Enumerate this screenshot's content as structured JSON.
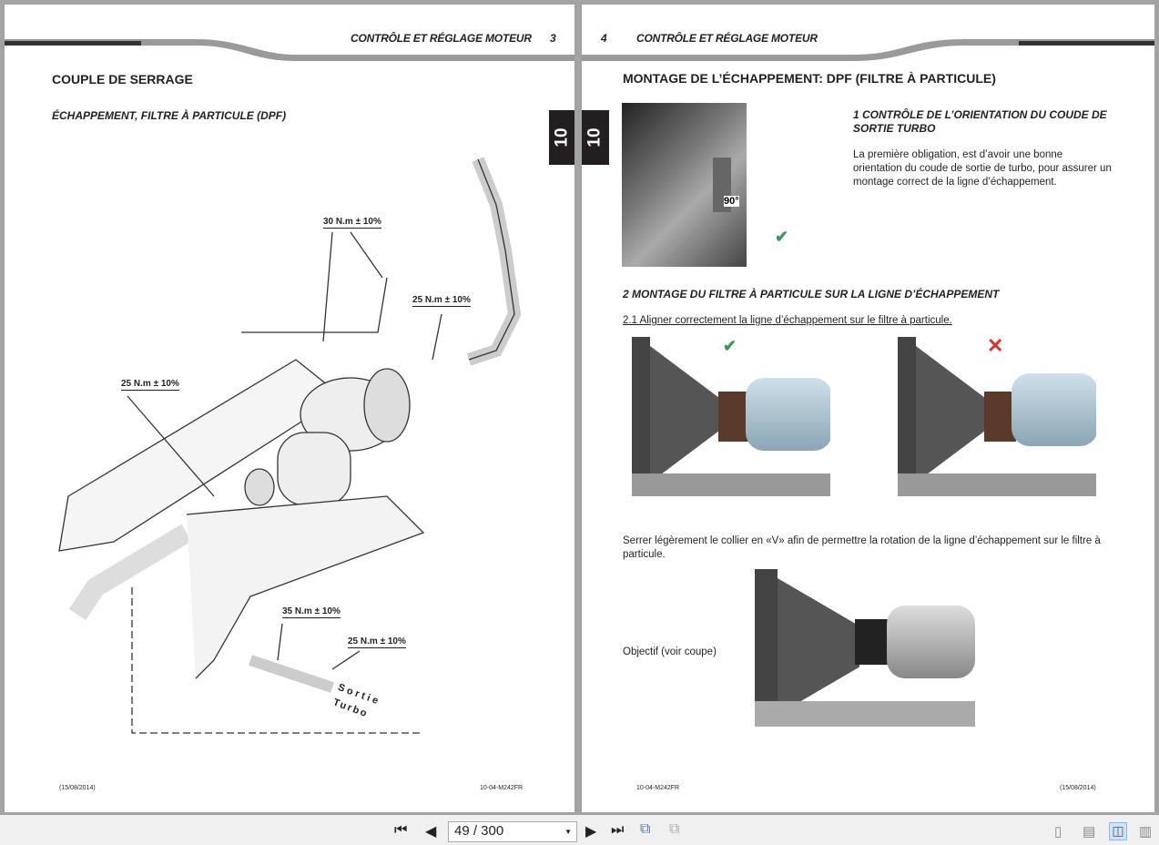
{
  "left_page": {
    "header": "CONTRÔLE ET RÉGLAGE MOTEUR",
    "page_number": "3",
    "title": "COUPLE DE SERRAGE",
    "subtitle": "ÉCHAPPEMENT, FILTRE À PARTICULE (DPF)",
    "tab": "10",
    "torque_labels": [
      "30 N.m ± 10%",
      "25 N.m ± 10%",
      "25 N.m ± 10%",
      "35 N.m ± 10%",
      "25 N.m ± 10%"
    ],
    "outlet_label_1": "Sortie",
    "outlet_label_2": "Turbo",
    "footer_date": "(15/08/2014)",
    "footer_ref": "10-04-M242FR"
  },
  "right_page": {
    "header": "CONTRÔLE ET RÉGLAGE MOTEUR",
    "page_number": "4",
    "title": "MONTAGE DE L’ÉCHAPPEMENT: DPF (FILTRE À PARTICULE)",
    "tab": "10",
    "section1_title": "1  CONTRÔLE DE L’ORIENTATION DU COUDE DE SORTIE TURBO",
    "section1_text": "La première obligation, est d’avoir une bonne orientation du coude de sortie de turbo, pour assurer un montage correct de la ligne d’échappement.",
    "angle_label": "90°",
    "section2_title": "2 MONTAGE DU FILTRE À PARTICULE SUR LA LIGNE D’ÉCHAPPEMENT",
    "step_2_1": "2.1 Aligner correctement la ligne d’échappement sur le filtre à particule.",
    "instruction": "Serrer légèrement le collier en «V» afin de permettre la rotation de la ligne d’échappement sur le filtre à particule.",
    "objective_label": "Objectif (voir coupe)",
    "footer_ref": "10-04-M242FR",
    "footer_date": "(15/08/2014)"
  },
  "toolbar": {
    "page_value": "49 / 300",
    "current_page": 49,
    "total_pages": 300,
    "active_view": "two-page"
  },
  "colors": {
    "check": "#3a9a5b",
    "cross": "#e0302a",
    "tab": "#231f20"
  }
}
